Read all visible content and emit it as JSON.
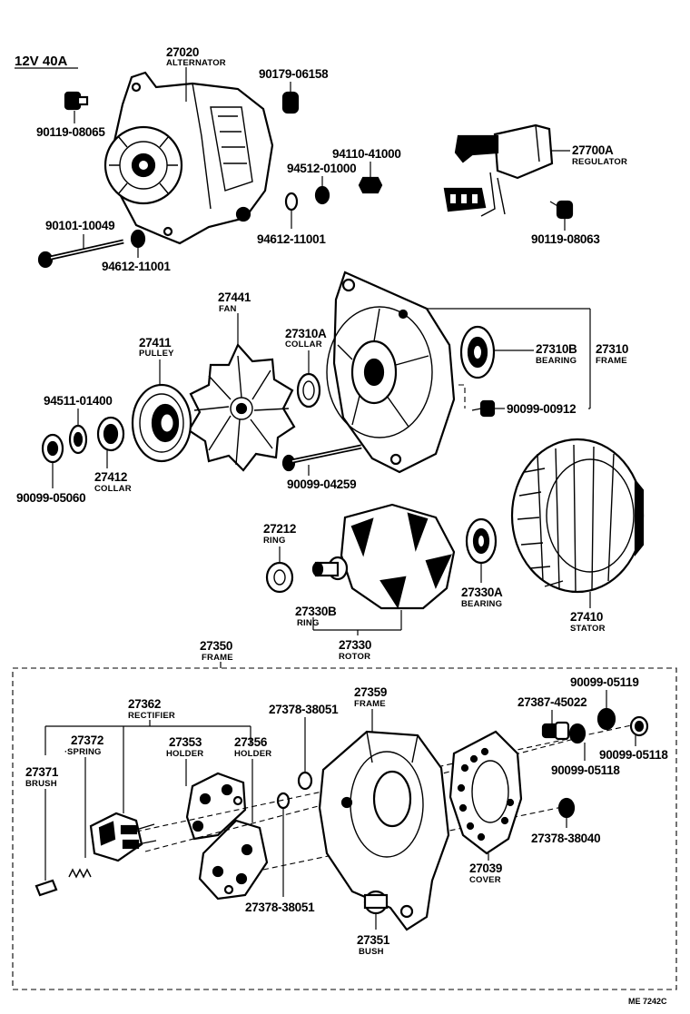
{
  "header": {
    "spec": "12V  40A"
  },
  "footer": {
    "code": "ME  7242C"
  },
  "labels": [
    {
      "id": "alternator",
      "num": "27020",
      "name": "ALTERNATOR"
    },
    {
      "id": "bolt-90179",
      "num": "90179-06158",
      "name": ""
    },
    {
      "id": "bolt-90119-a",
      "num": "90119-08065",
      "name": ""
    },
    {
      "id": "nut-94110",
      "num": "94110-41000",
      "name": ""
    },
    {
      "id": "washer-94512",
      "num": "94512-01000",
      "name": ""
    },
    {
      "id": "regulator",
      "num": "27700A",
      "name": "REGULATOR"
    },
    {
      "id": "bolt-90101",
      "num": "90101-10049",
      "name": ""
    },
    {
      "id": "washer-94612-b",
      "num": "94612-11001",
      "name": ""
    },
    {
      "id": "washer-94612-a",
      "num": "94612-11001",
      "name": ""
    },
    {
      "id": "screw-90119-b",
      "num": "90119-08063",
      "name": ""
    },
    {
      "id": "fan",
      "num": "27441",
      "name": "FAN"
    },
    {
      "id": "collar-a",
      "num": "27310A",
      "name": "COLLAR"
    },
    {
      "id": "pulley",
      "num": "27411",
      "name": "PULLEY"
    },
    {
      "id": "bearing-b",
      "num": "27310B",
      "name": "BEARING"
    },
    {
      "id": "frame-27310",
      "num": "27310",
      "name": "FRAME"
    },
    {
      "id": "washer-94511",
      "num": "94511-01400",
      "name": ""
    },
    {
      "id": "screw-90099-00912",
      "num": "90099-00912",
      "name": ""
    },
    {
      "id": "collar-27412",
      "num": "27412",
      "name": "COLLAR"
    },
    {
      "id": "nut-90099-05060",
      "num": "90099-05060",
      "name": ""
    },
    {
      "id": "bolt-90099-04259",
      "num": "90099-04259",
      "name": ""
    },
    {
      "id": "ring-27212",
      "num": "27212",
      "name": "RING"
    },
    {
      "id": "bearing-a",
      "num": "27330A",
      "name": "BEARING"
    },
    {
      "id": "ring-27330b",
      "num": "27330B",
      "name": "RING"
    },
    {
      "id": "stator",
      "num": "27410",
      "name": "STATOR"
    },
    {
      "id": "rotor",
      "num": "27330",
      "name": "ROTOR"
    },
    {
      "id": "frame-27350",
      "num": "27350",
      "name": "FRAME"
    },
    {
      "id": "rectifier",
      "num": "27362",
      "name": "RECTIFIER"
    },
    {
      "id": "spring",
      "num": "27372",
      "name": "SPRING"
    },
    {
      "id": "holder-27353",
      "num": "27353",
      "name": "HOLDER"
    },
    {
      "id": "holder-27356",
      "num": "27356",
      "name": "HOLDER"
    },
    {
      "id": "brush",
      "num": "27371",
      "name": "BRUSH"
    },
    {
      "id": "insul-38051-a",
      "num": "27378-38051",
      "name": ""
    },
    {
      "id": "frame-27359",
      "num": "27359",
      "name": "FRAME"
    },
    {
      "id": "insul-45022",
      "num": "27387-45022",
      "name": ""
    },
    {
      "id": "nut-05119",
      "num": "90099-05119",
      "name": ""
    },
    {
      "id": "nut-05118-a",
      "num": "90099-05118",
      "name": ""
    },
    {
      "id": "insul-38040",
      "num": "27378-38040",
      "name": ""
    },
    {
      "id": "nut-05118-b",
      "num": "90099-05118",
      "name": ""
    },
    {
      "id": "cover",
      "num": "27039",
      "name": "COVER"
    },
    {
      "id": "insul-38051-b",
      "num": "27378-38051",
      "name": ""
    },
    {
      "id": "bush",
      "num": "27351",
      "name": "BUSH"
    }
  ]
}
